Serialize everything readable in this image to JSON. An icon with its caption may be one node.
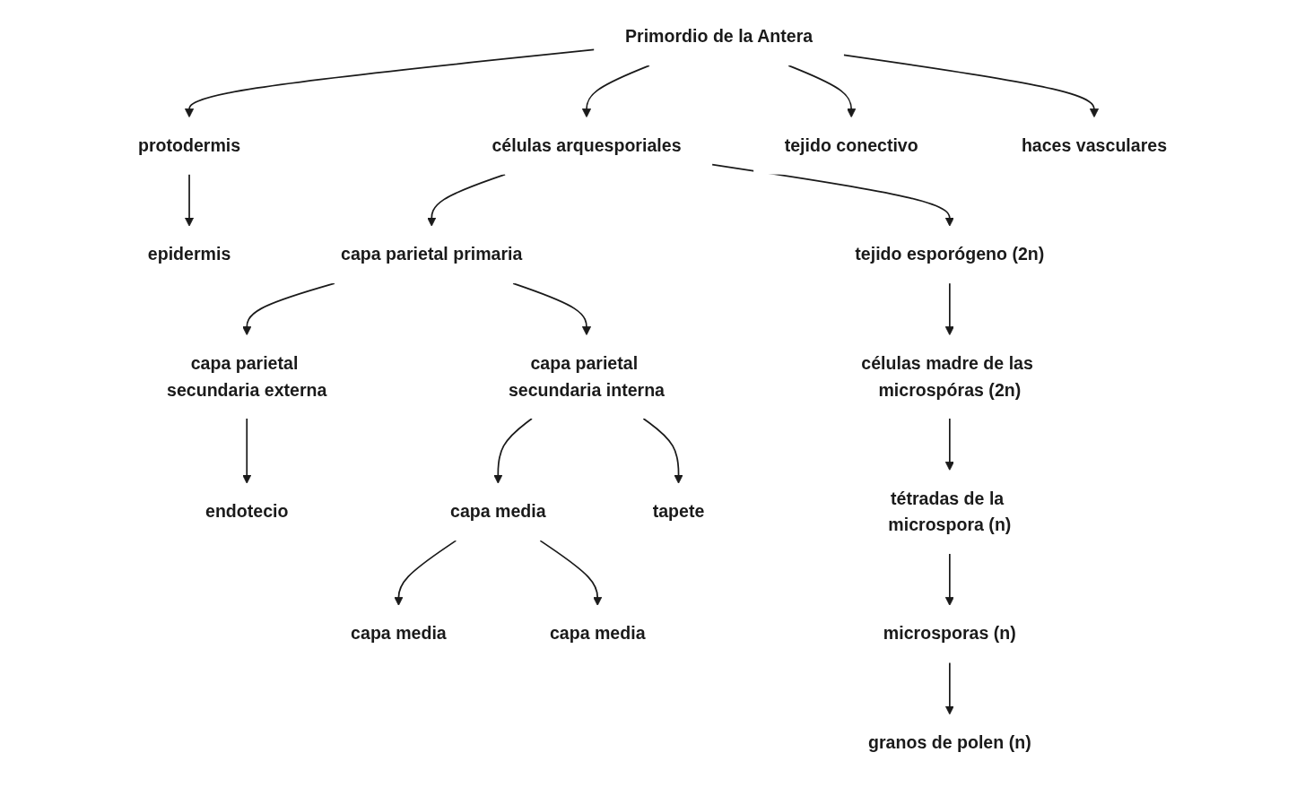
{
  "diagram": {
    "nodes": [
      {
        "text": [
          "Primordio de la Antera"
        ]
      },
      {
        "text": [
          "células arquesporiales"
        ]
      },
      {
        "text": [
          "tejido conectivo"
        ]
      },
      {
        "text": [
          "haces vasculares"
        ]
      },
      {
        "text": [
          "protodermis"
        ]
      },
      {
        "text": [
          "capa parietal primaria"
        ]
      },
      {
        "text": [
          "tejido esporógeno (2n)"
        ]
      },
      {
        "text": [
          "capa parietal secundaria externa"
        ]
      },
      {
        "text": [
          "capa parietal secundaria interna"
        ]
      },
      {
        "text": [
          "células madre de las microspóras (2n)"
        ]
      },
      {
        "text": [
          "tétradas de la microspora (n)"
        ]
      },
      {
        "text": [
          "capa media"
        ]
      },
      {
        "text": [
          "microsporas (n)"
        ]
      },
      {
        "text": [
          "epidermis"
        ]
      },
      {
        "text": [
          "endotecio"
        ]
      },
      {
        "text": [
          "capa media"
        ]
      },
      {
        "text": [
          "capa media"
        ]
      },
      {
        "text": [
          "tapete"
        ]
      },
      {
        "text": [
          "granos de polen (n)"
        ]
      }
    ],
    "edges": [
      {
        "from": 0,
        "to": 4,
        "arrow": "to"
      },
      {
        "from": 0,
        "to": 1,
        "arrow": "to"
      },
      {
        "from": 0,
        "to": 2,
        "arrow": "to"
      },
      {
        "from": 0,
        "to": 3,
        "arrow": "to"
      },
      {
        "from": 1,
        "to": 5,
        "arrow": "to"
      },
      {
        "from": 1,
        "to": 6,
        "arrow": "to"
      },
      {
        "from": 4,
        "to": 13,
        "arrow": "to"
      },
      {
        "from": 5,
        "to": 7,
        "arrow": "to"
      },
      {
        "from": 5,
        "to": 8,
        "arrow": "to"
      },
      {
        "from": 6,
        "to": 9,
        "arrow": "to"
      },
      {
        "from": 9,
        "to": 10,
        "arrow": "to"
      },
      {
        "from": 10,
        "to": 12,
        "arrow": "to"
      },
      {
        "from": 12,
        "to": 18,
        "arrow": "to"
      },
      {
        "from": 7,
        "to": 14,
        "arrow": "to"
      },
      {
        "from": 8,
        "to": 11,
        "arrow": "to"
      },
      {
        "from": 8,
        "to": 17,
        "arrow": "to"
      },
      {
        "from": 11,
        "to": 15,
        "arrow": "to"
      },
      {
        "from": 11,
        "to": 16,
        "arrow": "to"
      }
    ]
  }
}
